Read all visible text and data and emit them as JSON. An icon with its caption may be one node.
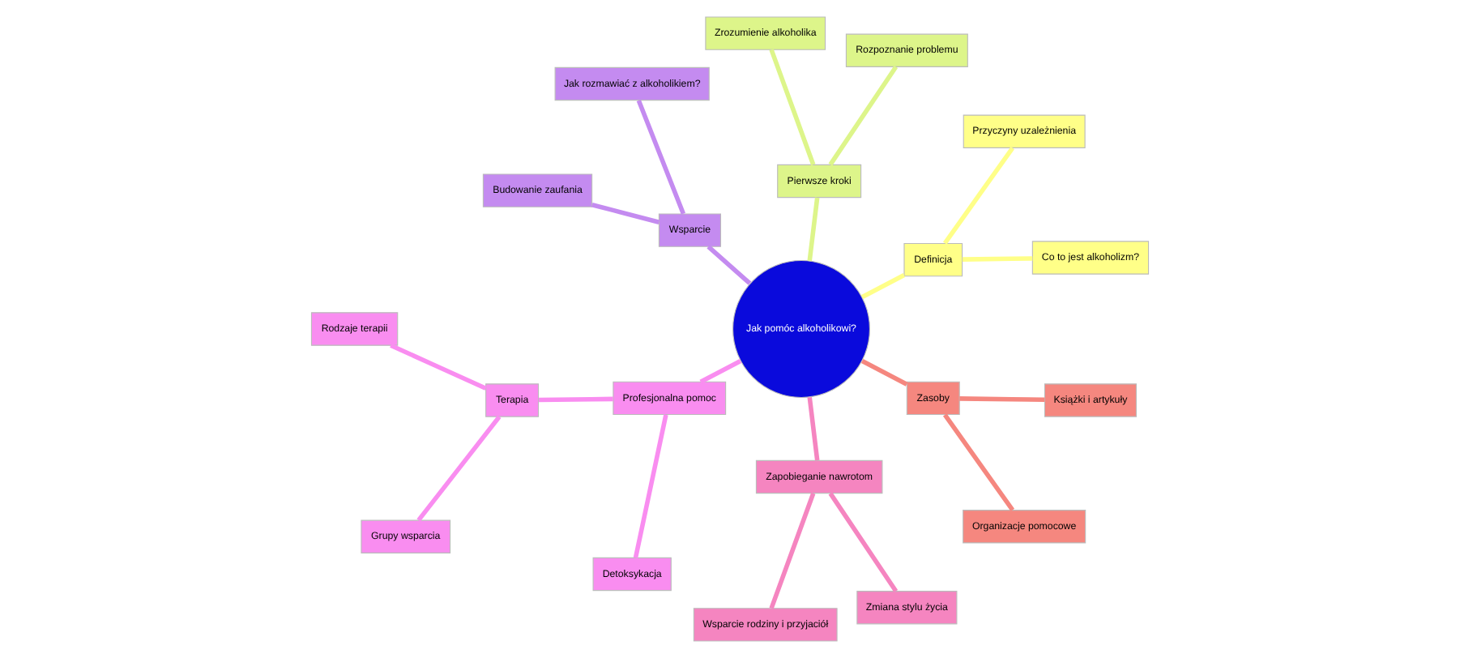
{
  "diagram": {
    "nodes": [
      {
        "text": [
          "Jak pomóc alkoholikowi?"
        ]
      },
      {
        "text": [
          "Definicja"
        ]
      },
      {
        "text": [
          "Co to jest alkoholizm?"
        ]
      },
      {
        "text": [
          "Przyczyny uzależnienia"
        ]
      },
      {
        "text": [
          "Pierwsze kroki"
        ]
      },
      {
        "text": [
          "Rozpoznanie problemu"
        ]
      },
      {
        "text": [
          "Zrozumienie alkoholika"
        ]
      },
      {
        "text": [
          "Wsparcie"
        ]
      },
      {
        "text": [
          "Jak rozmawiać z alkoholikiem?"
        ]
      },
      {
        "text": [
          "Budowanie zaufania"
        ]
      },
      {
        "text": [
          "Profesjonalna pomoc"
        ]
      },
      {
        "text": [
          "Terapia"
        ]
      },
      {
        "text": [
          "Rodzaje terapii"
        ]
      },
      {
        "text": [
          "Grupy wsparcia"
        ]
      },
      {
        "text": [
          "Detoksykacja"
        ]
      },
      {
        "text": [
          "Zapobieganie nawrotom"
        ]
      },
      {
        "text": [
          "Wsparcie rodziny i przyjaciół"
        ]
      },
      {
        "text": [
          "Zmiana stylu życia"
        ]
      },
      {
        "text": [
          "Zasoby"
        ]
      },
      {
        "text": [
          "Organizacje pomocowe"
        ]
      },
      {
        "text": [
          "Książki i artykuły"
        ]
      }
    ],
    "edges": [
      {
        "from": 0,
        "to": 1,
        "arrow": "none",
        "color": "#ffff88"
      },
      {
        "from": 1,
        "to": 2,
        "arrow": "none",
        "color": "#ffff88"
      },
      {
        "from": 1,
        "to": 3,
        "arrow": "none",
        "color": "#ffff88"
      },
      {
        "from": 0,
        "to": 4,
        "arrow": "none",
        "color": "#ddf58a"
      },
      {
        "from": 4,
        "to": 5,
        "arrow": "none",
        "color": "#ddf58a"
      },
      {
        "from": 4,
        "to": 6,
        "arrow": "none",
        "color": "#ddf58a"
      },
      {
        "from": 0,
        "to": 7,
        "arrow": "none",
        "color": "#c48bf0"
      },
      {
        "from": 7,
        "to": 8,
        "arrow": "none",
        "color": "#c48bf0"
      },
      {
        "from": 7,
        "to": 9,
        "arrow": "none",
        "color": "#c48bf0"
      },
      {
        "from": 0,
        "to": 10,
        "arrow": "none",
        "color": "#f98df0"
      },
      {
        "from": 10,
        "to": 11,
        "arrow": "none",
        "color": "#f98df0"
      },
      {
        "from": 11,
        "to": 12,
        "arrow": "none",
        "color": "#f98df0"
      },
      {
        "from": 11,
        "to": 13,
        "arrow": "none",
        "color": "#f98df0"
      },
      {
        "from": 10,
        "to": 14,
        "arrow": "none",
        "color": "#f98df0"
      },
      {
        "from": 0,
        "to": 15,
        "arrow": "none",
        "color": "#f585c0"
      },
      {
        "from": 15,
        "to": 16,
        "arrow": "none",
        "color": "#f585c0"
      },
      {
        "from": 15,
        "to": 17,
        "arrow": "none",
        "color": "#f585c0"
      },
      {
        "from": 0,
        "to": 18,
        "arrow": "none",
        "color": "#f5877f"
      },
      {
        "from": 18,
        "to": 19,
        "arrow": "none",
        "color": "#f5877f"
      },
      {
        "from": 18,
        "to": 20,
        "arrow": "none",
        "color": "#f5877f"
      }
    ]
  }
}
